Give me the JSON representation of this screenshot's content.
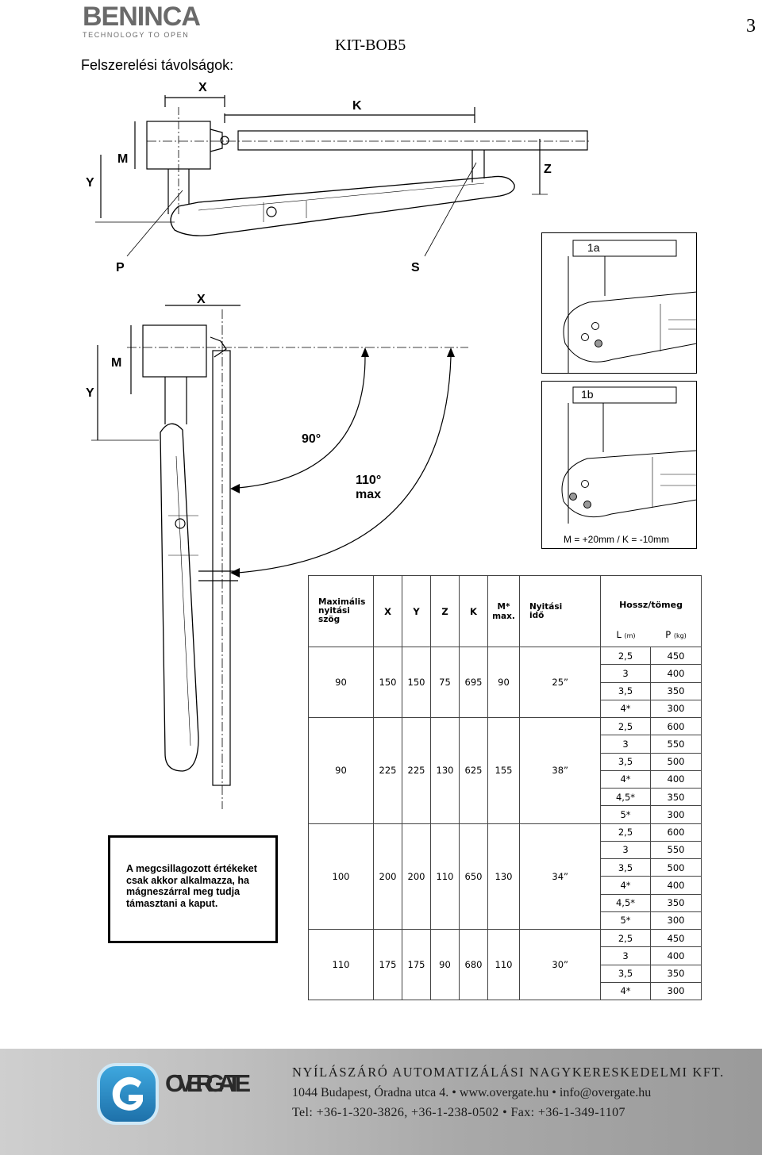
{
  "header": {
    "brand": "BENINCA",
    "brand_tagline": "TECHNOLOGY TO OPEN",
    "page_number": "3",
    "model": "KIT-BOB5",
    "subtitle": "Felszerelési távolságok:"
  },
  "diagram": {
    "top_labels": {
      "x": "X",
      "k": "K",
      "m": "M",
      "y": "Y",
      "z": "Z",
      "p": "P",
      "s": "S"
    },
    "side_labels": {
      "x": "X",
      "m": "M",
      "y": "Y",
      "angle90": "90°",
      "angle110": "110°",
      "max": "max"
    },
    "detail_1a": "1a",
    "detail_1b": "1b",
    "detail_note": "M = +20mm / K = -10mm"
  },
  "note": "A megcsillagozott értékeket csak akkor alkalmazza, ha mágneszárral meg tudja támasztani a kaput.",
  "table": {
    "headers": {
      "angle": [
        "Maximális",
        "nyitási",
        "szög"
      ],
      "x": "X",
      "y": "Y",
      "z": "Z",
      "k": "K",
      "m": [
        "M*",
        "max."
      ],
      "time": [
        "Nyitási",
        "idő"
      ],
      "length_weight": "Hossz/tömeg",
      "l": "L",
      "l_unit": "(m)",
      "p": "P",
      "p_unit": "(kg)"
    },
    "groups": [
      {
        "angle": "90",
        "x": "150",
        "y": "150",
        "z": "75",
        "k": "695",
        "m": "90",
        "time": "25”",
        "rows": [
          [
            "2,5",
            "450"
          ],
          [
            "3",
            "400"
          ],
          [
            "3,5",
            "350"
          ],
          [
            "4*",
            "300"
          ]
        ]
      },
      {
        "angle": "90",
        "x": "225",
        "y": "225",
        "z": "130",
        "k": "625",
        "m": "155",
        "time": "38”",
        "rows": [
          [
            "2,5",
            "600"
          ],
          [
            "3",
            "550"
          ],
          [
            "3,5",
            "500"
          ],
          [
            "4*",
            "400"
          ],
          [
            "4,5*",
            "350"
          ],
          [
            "5*",
            "300"
          ]
        ]
      },
      {
        "angle": "100",
        "x": "200",
        "y": "200",
        "z": "110",
        "k": "650",
        "m": "130",
        "time": "34”",
        "rows": [
          [
            "2,5",
            "600"
          ],
          [
            "3",
            "550"
          ],
          [
            "3,5",
            "500"
          ],
          [
            "4*",
            "400"
          ],
          [
            "4,5*",
            "350"
          ],
          [
            "5*",
            "300"
          ]
        ]
      },
      {
        "angle": "110",
        "x": "175",
        "y": "175",
        "z": "90",
        "k": "680",
        "m": "110",
        "time": "30”",
        "rows": [
          [
            "2,5",
            "450"
          ],
          [
            "3",
            "400"
          ],
          [
            "3,5",
            "350"
          ],
          [
            "4*",
            "300"
          ]
        ]
      }
    ]
  },
  "footer": {
    "logo_text": "OVER GATE",
    "company": "NYÍLÁSZÁRÓ AUTOMATIZÁLÁSI NAGYKERESKEDELMI KFT.",
    "address": "1044 Budapest, Óradna utca 4. • www.overgate.hu • info@overgate.hu",
    "phones": "Tel: +36-1-320-3826, +36-1-238-0502 • Fax: +36-1-349-1107"
  }
}
